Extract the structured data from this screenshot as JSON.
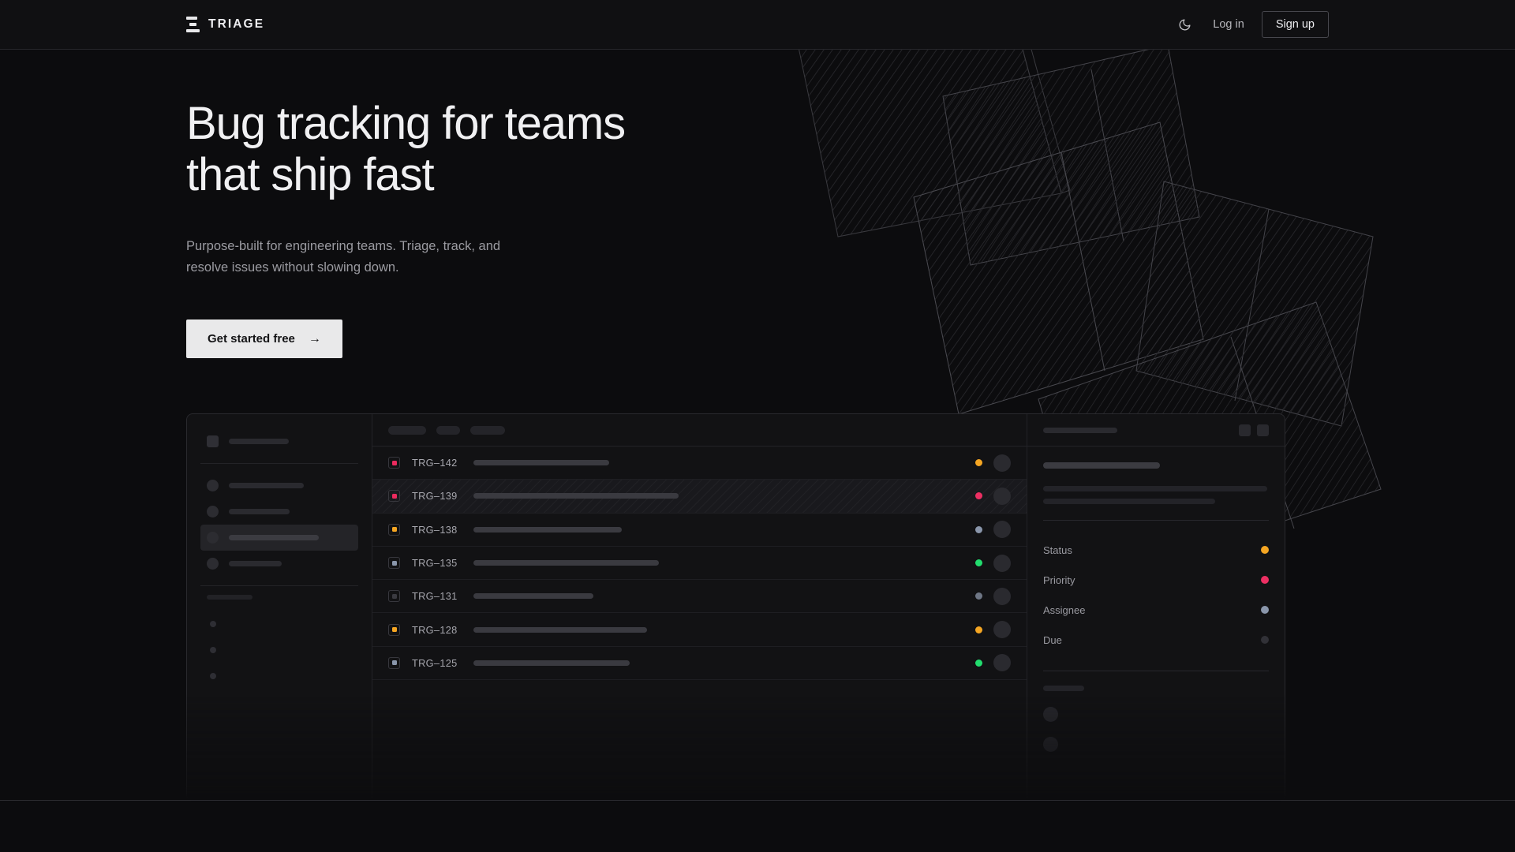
{
  "header": {
    "logo_text": "TRIAGE",
    "logo_icon": "bars-logo-icon",
    "theme_icon": "moon-icon",
    "login_label": "Log in",
    "signup_label": "Sign up"
  },
  "hero": {
    "heading": "Bug tracking for teams\nthat ship fast",
    "subheading": "Purpose-built for engineering teams. Triage, track, and\nresolve issues without slowing down.",
    "cta_label": "Get started free",
    "cta_arrow": "→"
  },
  "mockup": {
    "sidebar": {
      "workspace_skeleton_width": 76,
      "nav_items": [
        {
          "label_width": 95,
          "active": false,
          "bright": false
        },
        {
          "label_width": 77,
          "active": false,
          "bright": false
        },
        {
          "label_width": 114,
          "active": true,
          "bright": true
        },
        {
          "label_width": 67,
          "active": false,
          "bright": false
        }
      ],
      "group_items": 3
    },
    "toolbar": {
      "pills": [
        48,
        30,
        44
      ]
    },
    "columns": [
      "id",
      "title",
      "status",
      "assignee"
    ],
    "issues": [
      {
        "id": "TRG-142",
        "priority_color": "#ec2a5e",
        "status_color": "#f5a623",
        "title_width": 172,
        "selected": false
      },
      {
        "id": "TRG-139",
        "priority_color": "#ec2a5e",
        "status_color": "#ed2f63",
        "title_width": 260,
        "selected": true
      },
      {
        "id": "TRG-138",
        "priority_color": "#f5a623",
        "status_color": "#8a96ab",
        "title_width": 188,
        "selected": false
      },
      {
        "id": "TRG-135",
        "priority_color": "#8a96ab",
        "status_color": "#22dd6e",
        "title_width": 235,
        "selected": false
      },
      {
        "id": "TRG-131",
        "priority_color": "#3a3a40",
        "status_color": "#6e7685",
        "title_width": 152,
        "selected": false
      },
      {
        "id": "TRG-128",
        "priority_color": "#f5a623",
        "status_color": "#f5a623",
        "title_width": 220,
        "selected": false
      },
      {
        "id": "TRG-125",
        "priority_color": "#8a96ab",
        "status_color": "#22dd6e",
        "title_width": 198,
        "selected": false
      }
    ],
    "detail": {
      "header_skeleton_width": 94,
      "action_icons": [
        "square-action-icon",
        "square-action-icon"
      ],
      "title_skeleton_width": 148,
      "body_lines": [
        284,
        218
      ],
      "fields": [
        {
          "label": "Status",
          "value_color": "#f5a623"
        },
        {
          "label": "Priority",
          "value_color": "#ed2f63"
        },
        {
          "label": "Assignee",
          "value_color": "#8a96ab"
        },
        {
          "label": "Due",
          "value_color": "#313137"
        }
      ],
      "comments": [
        40,
        0,
        0
      ]
    }
  },
  "theme": {
    "bg": "#0c0c0e",
    "panel": "#121214",
    "border": "#2a2a2e",
    "accent_orange": "#f5a623",
    "accent_pink": "#ed2f63",
    "accent_green": "#22dd6e",
    "accent_slate": "#8a96ab",
    "text_primary": "#f0f0f2",
    "text_muted": "#9b9ba1"
  }
}
